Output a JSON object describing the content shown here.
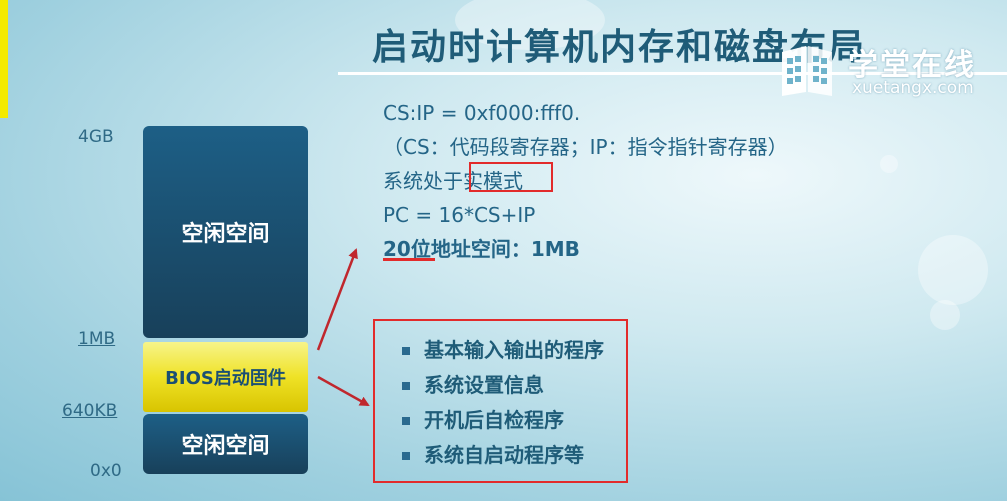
{
  "title": "启动时计算机内存和磁盘布局",
  "logo": {
    "cn": "学堂在线",
    "en": "xuetangx.com"
  },
  "memory": {
    "labels": {
      "top": "4GB",
      "mb1": "1MB",
      "kb640": "640KB",
      "zero": "0x0"
    },
    "blocks": {
      "free_upper": "空闲空间",
      "bios": "BIOS启动固件",
      "free_lower": "空闲空间"
    }
  },
  "info": {
    "line1": "CS:IP = 0xf000:fff0.",
    "line2": "（CS：代码段寄存器；IP：指令指针寄存器）",
    "line3_prefix": "系统处于",
    "line3_highlight": "实模式",
    "line4": "PC = 16*CS+IP",
    "line5": "20位地址空间：1MB"
  },
  "bios_functions": [
    "基本输入输出的程序",
    "系统设置信息",
    "开机后自检程序",
    "系统自启动程序等"
  ],
  "colors": {
    "accent": "#1f5c78",
    "highlight": "#e22b2b",
    "bios": "#efe226",
    "block": "#18405a"
  }
}
